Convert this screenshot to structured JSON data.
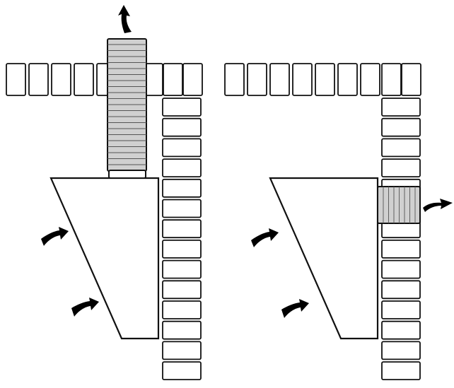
{
  "diagram": {
    "panels": [
      {
        "id": "left",
        "description_visible_text": "",
        "pipe_direction": "vertical-up-through-roof",
        "exhaust_arrow": "up",
        "intake_arrows": 2
      },
      {
        "id": "right",
        "description_visible_text": "",
        "pipe_direction": "horizontal-through-wall",
        "exhaust_arrow": "right",
        "intake_arrows": 2
      }
    ],
    "colors": {
      "outline": "#111111",
      "brick_fill": "#ffffff",
      "duct_fill": "#d0d0d0",
      "duct_lines": "#555555",
      "arrow": "#000000"
    }
  }
}
